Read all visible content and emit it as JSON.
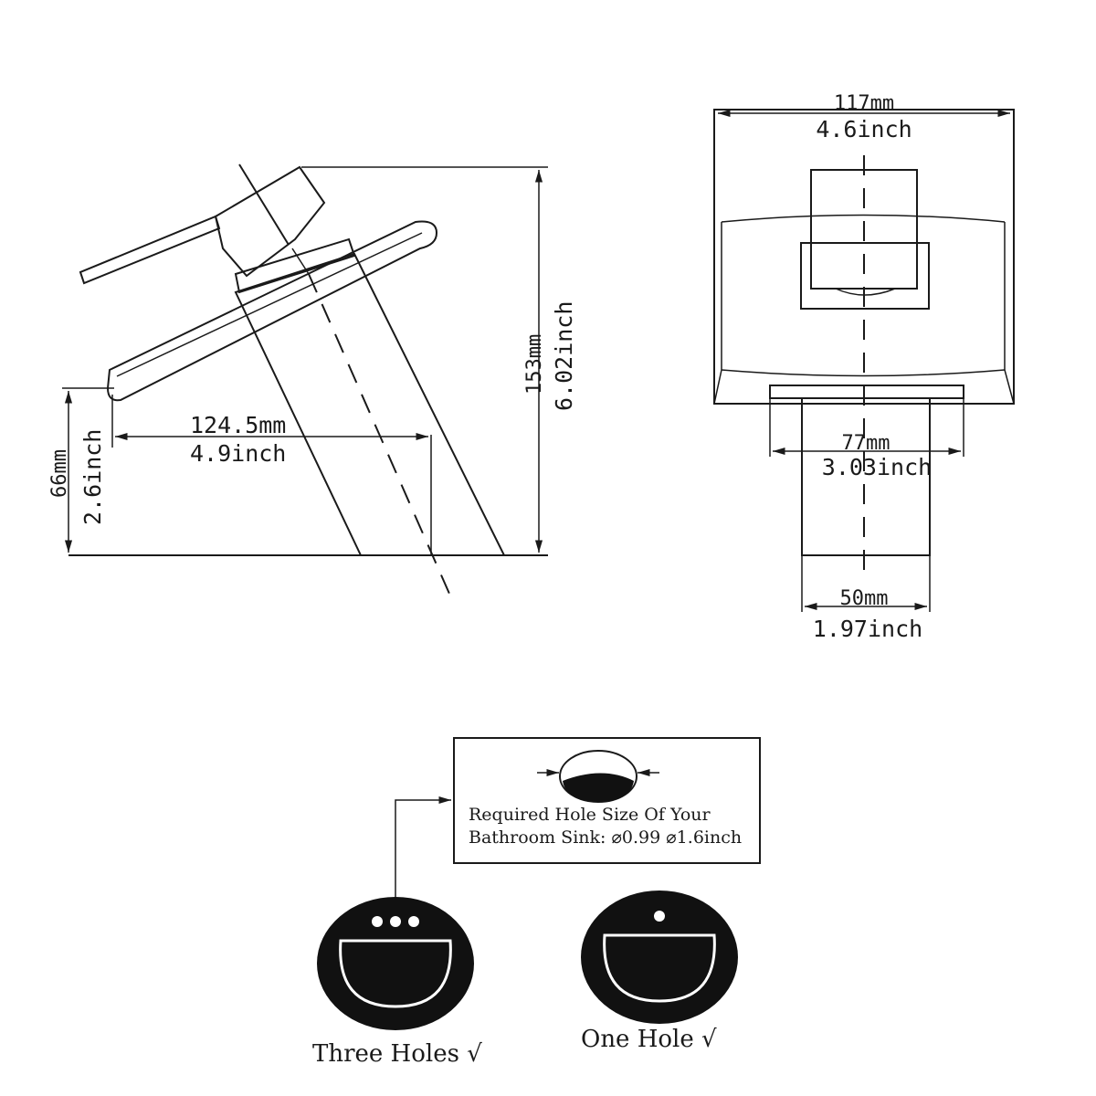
{
  "side_view": {
    "height_mm": "153mm",
    "height_in": "6.02inch",
    "reach_mm": "124.5mm",
    "reach_in": "4.9inch",
    "spout_height_mm": "66mm",
    "spout_height_in": "2.6inch"
  },
  "front_view": {
    "width_mm": "117mm",
    "width_in": "4.6inch",
    "base_mm": "77mm",
    "base_in": "3.03inch",
    "body_mm": "50mm",
    "body_in": "1.97inch"
  },
  "hole_note": {
    "line1": "Required Hole Size Of Your",
    "line2": "Bathroom Sink: ⌀0.99 ⌀1.6inch"
  },
  "sinks": {
    "three_holes": "Three Holes √",
    "one_hole": "One Hole √"
  }
}
